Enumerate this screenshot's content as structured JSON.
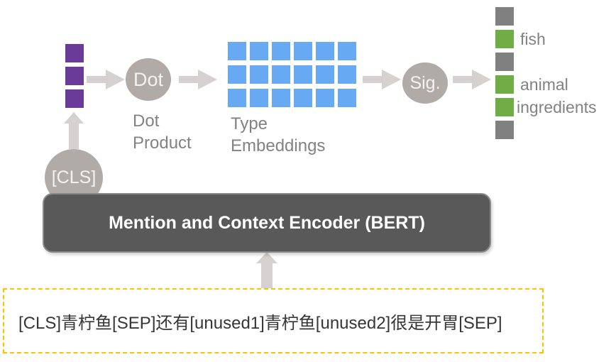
{
  "nodes": {
    "cls": {
      "label": "[CLS]"
    },
    "dot": {
      "label": "Dot"
    },
    "sig": {
      "label": "Sig."
    }
  },
  "captions": {
    "dot_product": {
      "line1": "Dot",
      "line2": "Product"
    },
    "type_embeddings": {
      "line1": "Type",
      "line2": "Embeddings"
    }
  },
  "mention_vector": {
    "cell_count": 3,
    "color": "#6B3B9A"
  },
  "type_grid": {
    "rows": 3,
    "cols": 6,
    "color": "#68A9F3"
  },
  "output_vector": {
    "colors": {
      "positive": "#70AD47",
      "negative": "#808080"
    },
    "cells": [
      {
        "type": "negative",
        "label": ""
      },
      {
        "type": "positive",
        "label": "fish"
      },
      {
        "type": "negative",
        "label": ""
      },
      {
        "type": "positive",
        "label": "animal"
      },
      {
        "type": "positive",
        "label": "ingredients"
      },
      {
        "type": "negative",
        "label": ""
      }
    ]
  },
  "encoder": {
    "label": "Mention and Context Encoder (BERT)"
  },
  "input": {
    "text": "[CLS]青柠鱼[SEP]还有[unused1]青柠鱼[unused2]很是开胃[SEP]"
  },
  "palette": {
    "node_gray": "#B1ABA7",
    "node_text": "#F4F2F1",
    "arrow_gray": "#D4D1D0",
    "label_gray": "#828282",
    "encoder_bg": "#595959",
    "encoder_border": "#8A8A8A",
    "input_border": "#FFC000",
    "input_text": "#363636"
  }
}
